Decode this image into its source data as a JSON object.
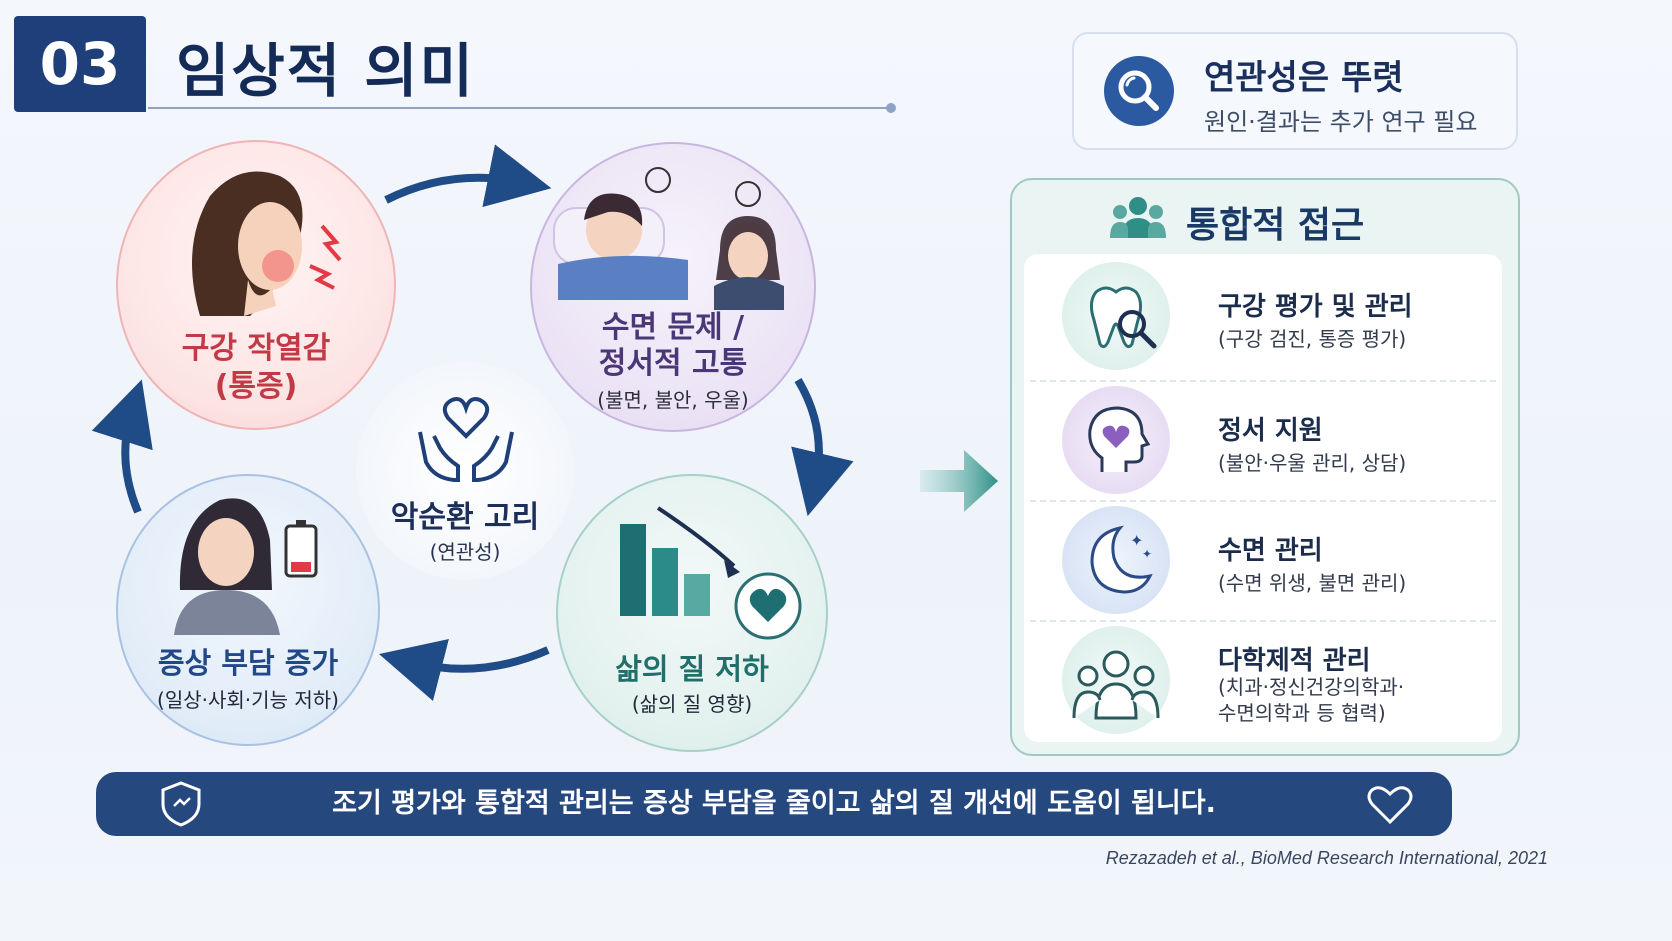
{
  "header": {
    "section_number": "03",
    "title": "임상적 의미"
  },
  "note": {
    "title": "연관성은 뚜렷",
    "subtitle": "원인·결과는 추가 연구 필요",
    "icon": "search-icon"
  },
  "cycle": {
    "center": {
      "label": "악순환 고리",
      "sub": "(연관성)",
      "icon": "hands-heart-icon"
    },
    "nodes": [
      {
        "id": "oral",
        "label_line1": "구강 작열감",
        "label_line2": "(통증)",
        "color": "#c23a45"
      },
      {
        "id": "sleep",
        "label_line1": "수면 문제 /",
        "label_line2": "정서적 고통",
        "sub": "(불면, 불안, 우울)",
        "color": "#4a3777"
      },
      {
        "id": "quality",
        "label": "삶의 질 저하",
        "sub": "(삶의 질 영향)",
        "color": "#1f6f6a"
      },
      {
        "id": "burden",
        "label": "증상 부담 증가",
        "sub": "(일상·사회·기능 저하)",
        "color": "#22488a"
      }
    ]
  },
  "panel": {
    "title": "통합적 접근",
    "icon": "people-group-icon",
    "items": [
      {
        "title": "구강 평가 및 관리",
        "sub": "(구강 검진, 통증 평가)",
        "icon": "tooth-magnifier-icon"
      },
      {
        "title": "정서 지원",
        "sub": "(불안·우울 관리, 상담)",
        "icon": "head-heart-icon"
      },
      {
        "title": "수면 관리",
        "sub": "(수면 위생, 불면 관리)",
        "icon": "moon-stars-icon"
      },
      {
        "title": "다학제적 관리",
        "sub_line1": "(치과·정신건강의학과·",
        "sub_line2": "수면의학과 등 협력)",
        "icon": "medical-team-icon"
      }
    ]
  },
  "banner": {
    "text": "조기 평가와 통합적 관리는 증상 부담을 줄이고 삶의 질 개선에 도움이 됩니다.",
    "left_icon": "shield-icon",
    "right_icon": "heart-outline-icon"
  },
  "citation": "Rezazadeh et al., BioMed Research International, 2021",
  "colors": {
    "navy": "#1f3f7a",
    "teal": "#1f6f6a",
    "red": "#c23a45",
    "purple": "#4a3777"
  }
}
